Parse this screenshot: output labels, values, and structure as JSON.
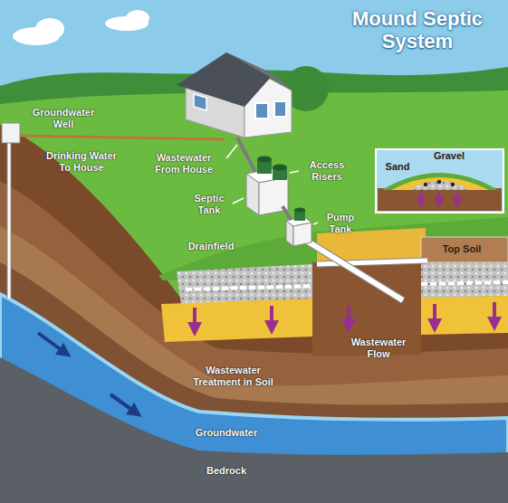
{
  "diagram": {
    "title": "Mound Septic System",
    "labels": [
      "Groundwater Well",
      "Drinking Water To House",
      "Wastewater From House",
      "Access Risers",
      "Septic Tank",
      "Pump Tank",
      "Drainfield",
      "Top Soil",
      "Sand",
      "Gravel",
      "Wastewater Flow",
      "Wastewater Treatment in Soil",
      "Groundwater",
      "Bedrock"
    ]
  }
}
